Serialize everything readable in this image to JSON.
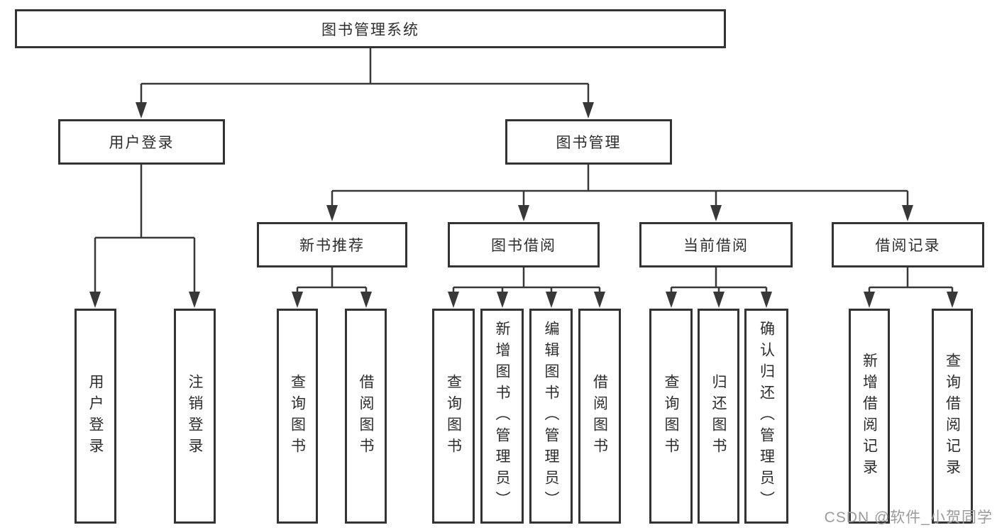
{
  "diagram": {
    "root_label": "图书管理系统",
    "branches": [
      {
        "label": "用户登录",
        "leaves": [
          "用户登录",
          "注销登录"
        ]
      },
      {
        "label": "图书管理",
        "sections": [
          {
            "label": "新书推荐",
            "leaves": [
              "查询图书",
              "借阅图书"
            ]
          },
          {
            "label": "图书借阅",
            "leaves": [
              "查询图书",
              "新增图书（管理员）",
              "编辑图书（管理员）",
              "借阅图书"
            ]
          },
          {
            "label": "当前借阅",
            "leaves": [
              "查询图书",
              "归还图书",
              "确认归还（管理员）"
            ]
          },
          {
            "label": "借阅记录",
            "leaves": [
              "新增借阅记录",
              "查询借阅记录"
            ]
          }
        ]
      }
    ]
  },
  "watermark": {
    "text": "CSDN @软件_小贺同学"
  },
  "colors": {
    "line": "#383838",
    "box_border": "#333333",
    "watermark": "#9b9b9b",
    "background": "#ffffff"
  }
}
